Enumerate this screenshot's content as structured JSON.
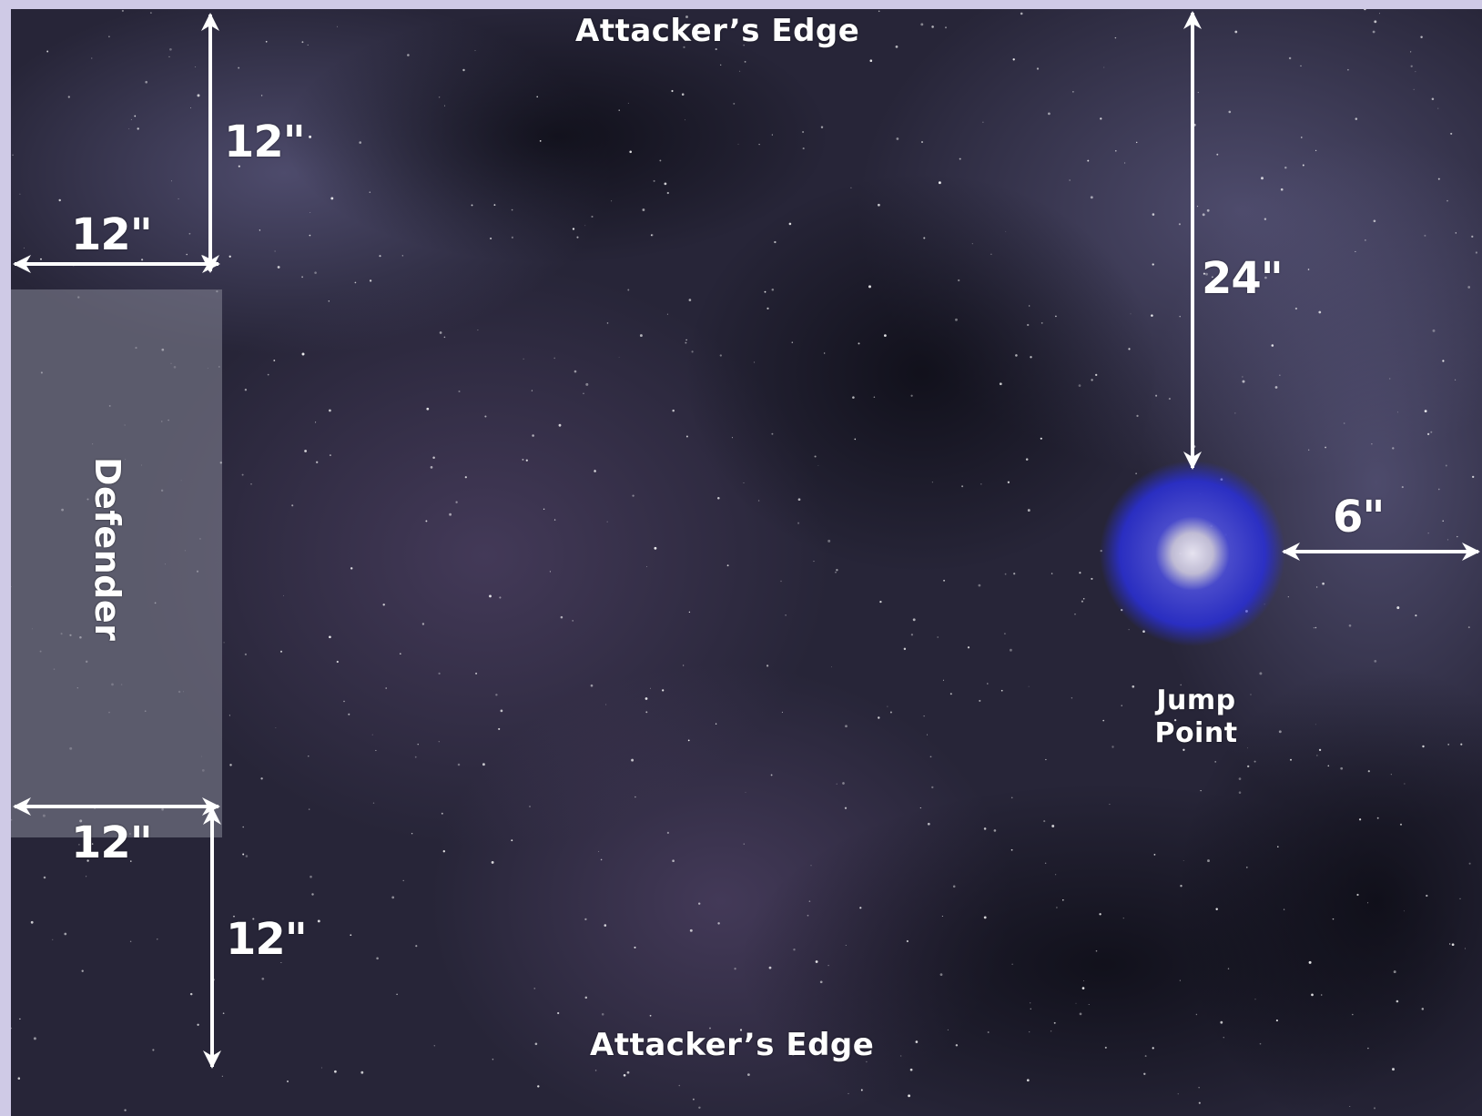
{
  "map": {
    "top_edge_label": "Attacker’s Edge",
    "bottom_edge_label": "Attacker’s Edge",
    "defender_label": "Defender",
    "jump_point_label": "Jump Point",
    "measurements": {
      "top_vertical": "12\"",
      "top_horizontal": "12\"",
      "bottom_horizontal": "12\"",
      "bottom_vertical": "12\"",
      "jump_vertical": "24\"",
      "jump_horizontal": "6\""
    },
    "colors": {
      "space_background": "#1e1c2a",
      "defender_zone": "#7d7d8c",
      "jump_point_glow": "#2a2fd0",
      "jump_point_core": "#d8d4e8",
      "frame": "#cfcae6",
      "text": "#ffffff"
    }
  }
}
